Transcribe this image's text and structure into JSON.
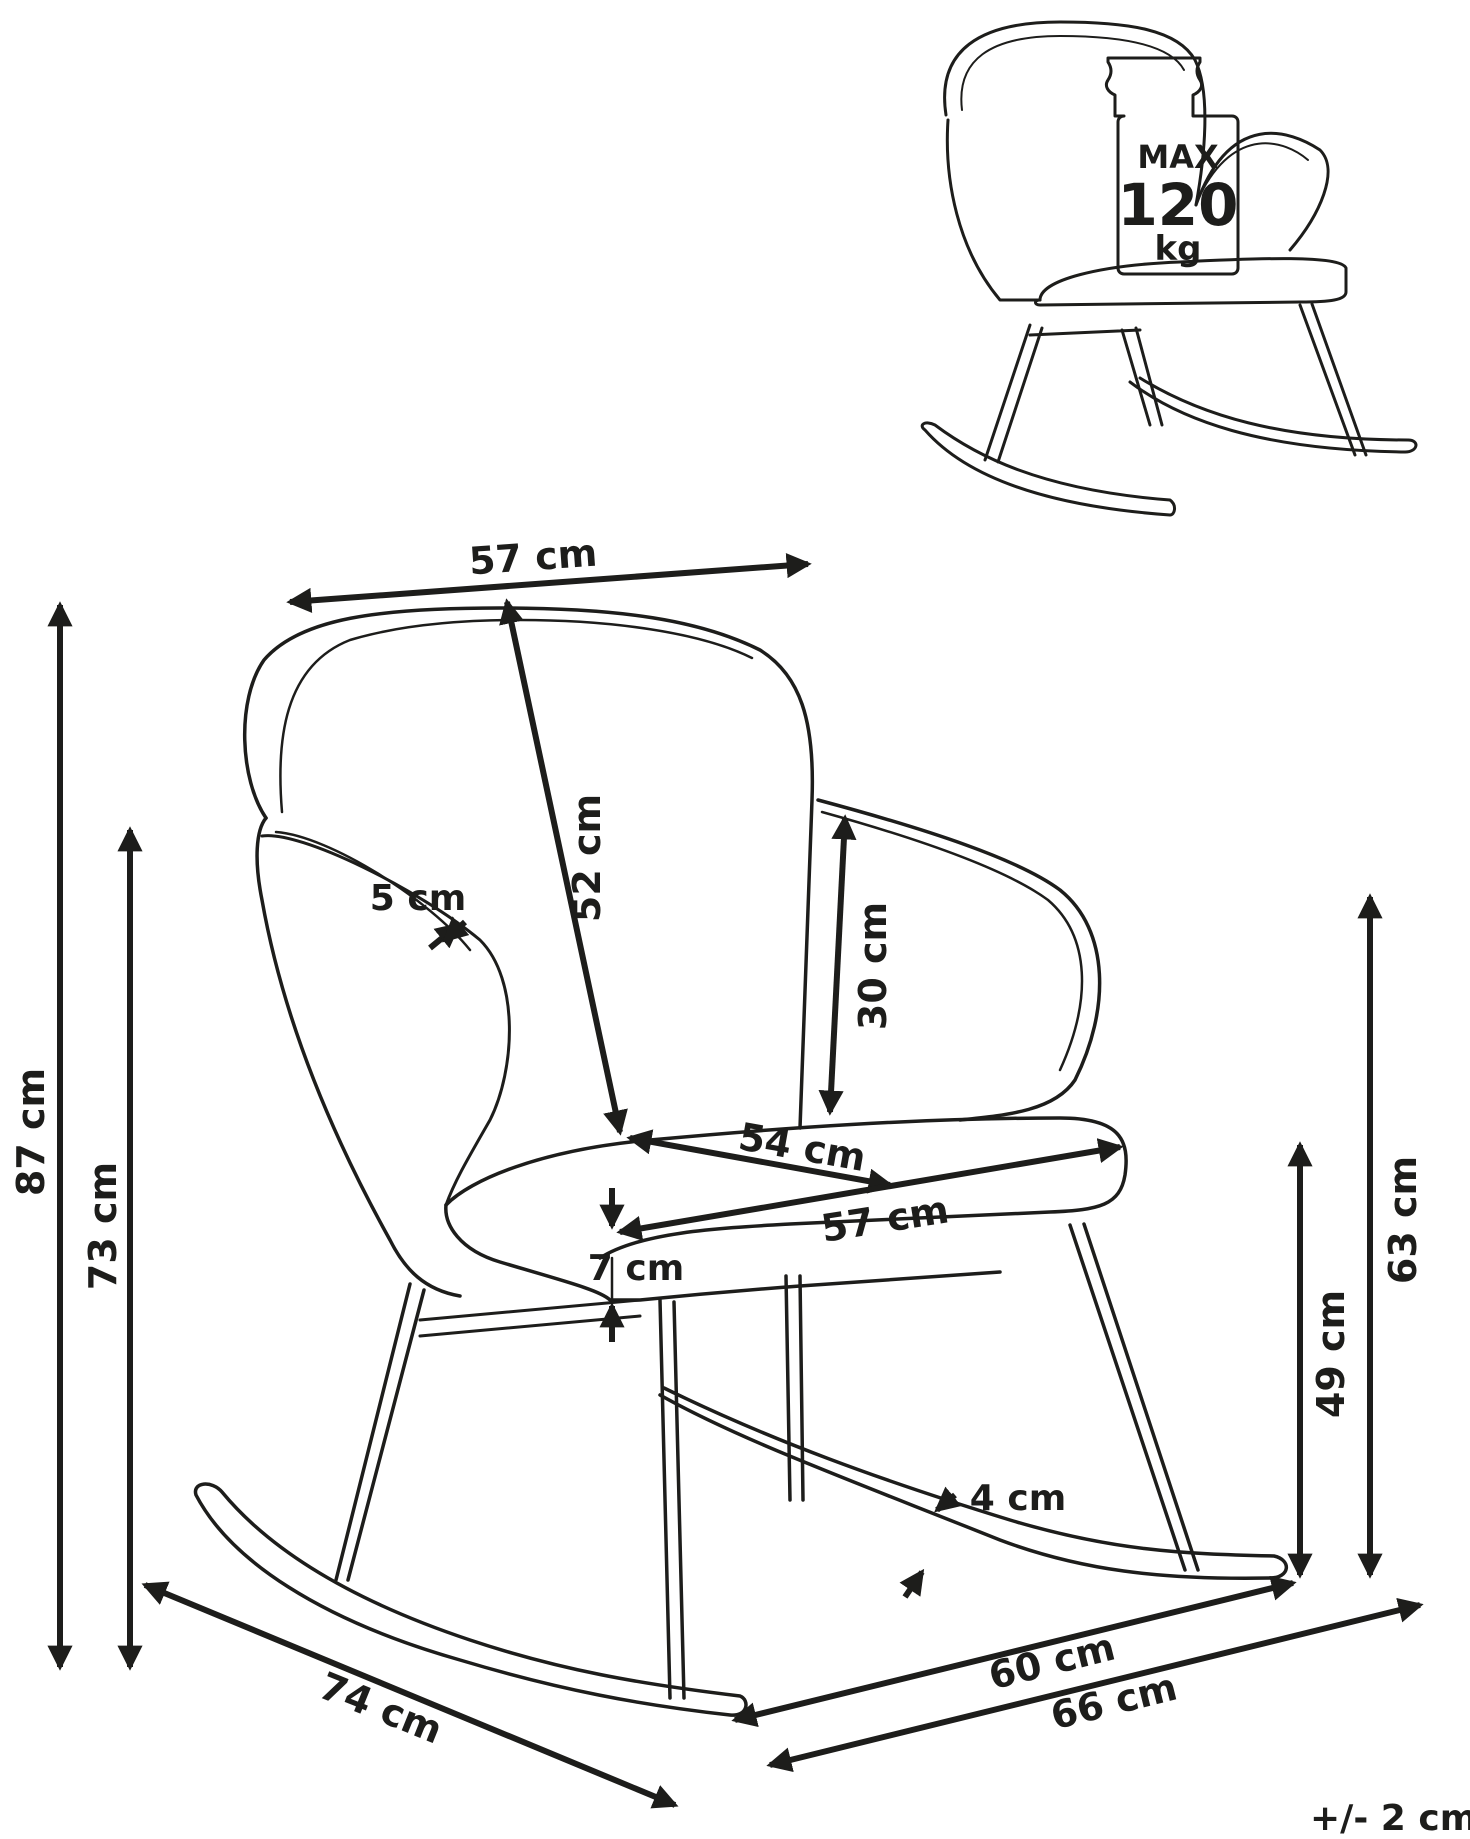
{
  "capacity": {
    "max": "MAX",
    "value": "120",
    "unit": "kg"
  },
  "dimensions": {
    "back_width": "57 cm",
    "back_height": "52 cm",
    "armrest_thickness": "5 cm",
    "armrest_height": "30 cm",
    "seat_depth": "54 cm",
    "seat_width": "57 cm",
    "seat_thickness": "7 cm",
    "rocker_thickness": "4 cm",
    "total_height": "87 cm",
    "back_top_height": "73 cm",
    "armrest_total_height": "63 cm",
    "seat_height": "49 cm",
    "side_depth": "74 cm",
    "inner_width": "60 cm",
    "outer_width": "66 cm"
  },
  "tolerance": "+/- 2 cm"
}
